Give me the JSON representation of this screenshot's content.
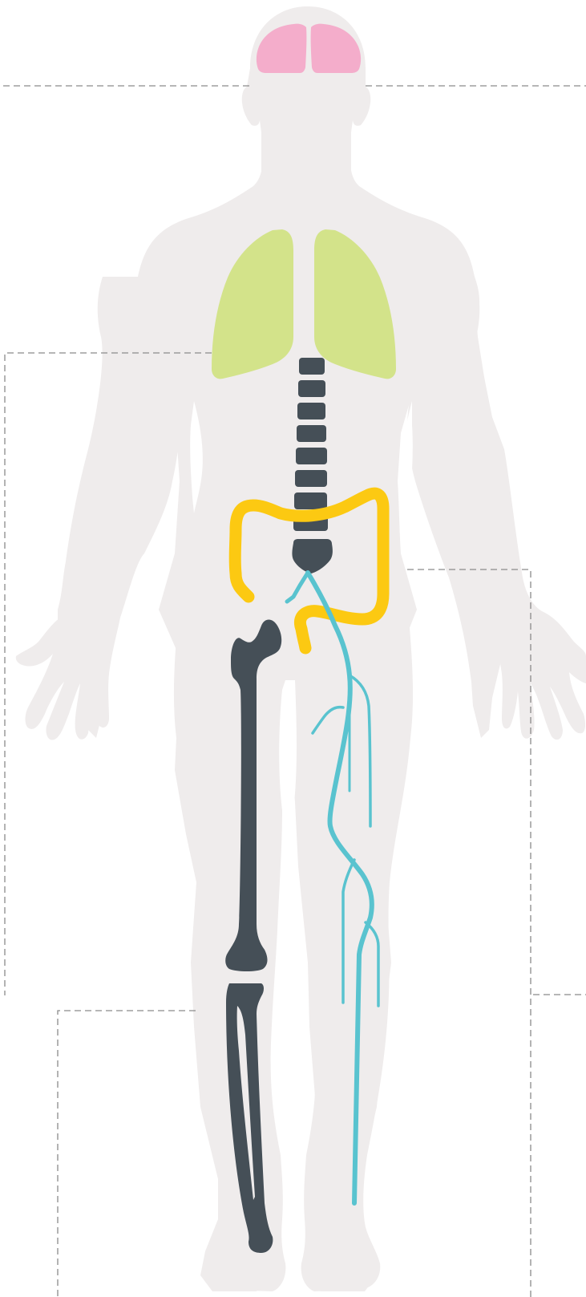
{
  "diagram": {
    "colors": {
      "background": "#ffffff",
      "body_silhouette": "#efecec",
      "brain": "#f4adcb",
      "lungs": "#d3e38a",
      "bones": "#454f57",
      "intestine": "#fcc912",
      "nerves": "#59c3cf",
      "guide_lines": "#8a8a8a"
    },
    "parts": [
      {
        "id": "body-silhouette",
        "icon": "human-body-front-view"
      },
      {
        "id": "brain",
        "icon": "brain-icon"
      },
      {
        "id": "lungs",
        "icon": "lungs-icon"
      },
      {
        "id": "spine",
        "icon": "vertebrae-icon"
      },
      {
        "id": "large-intestine",
        "icon": "intestine-icon"
      },
      {
        "id": "leg-bones",
        "icon": "femur-tibia-icon"
      },
      {
        "id": "leg-nerves",
        "icon": "nerve-icon"
      }
    ],
    "guide_style": "dashed"
  }
}
